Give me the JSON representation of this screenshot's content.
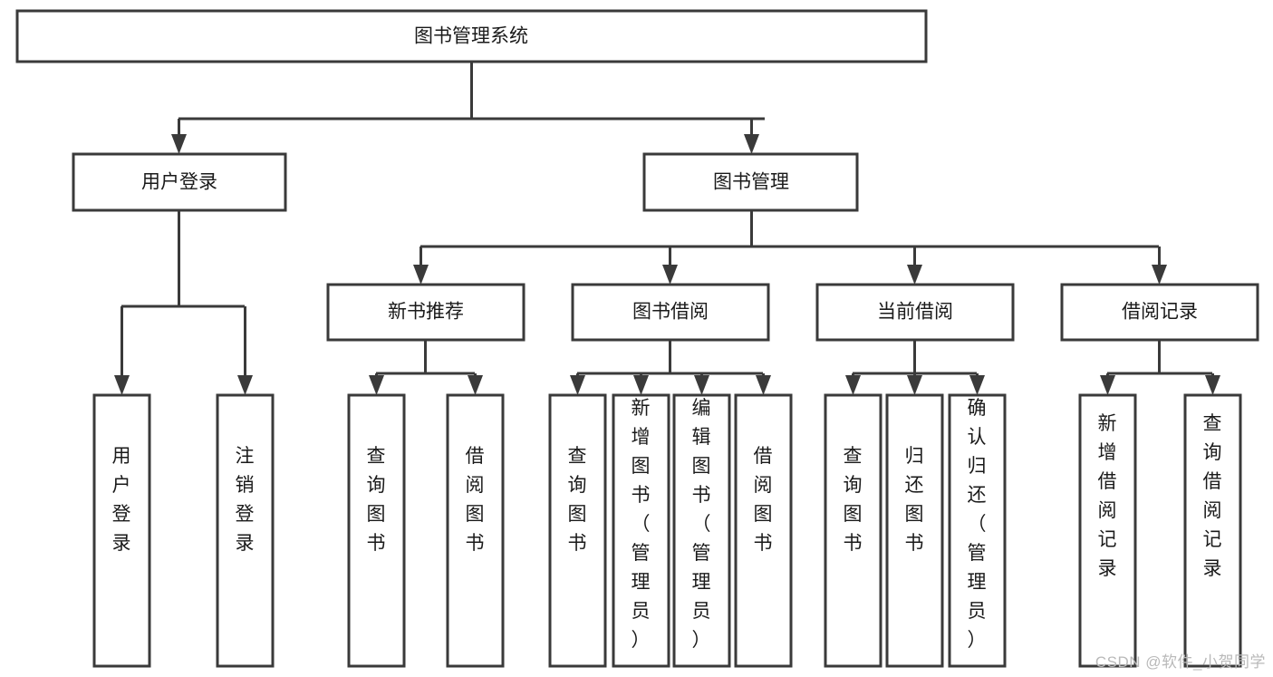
{
  "diagram": {
    "title": "图书管理系统",
    "type": "tree-hierarchy",
    "watermark": "CSDN @软件_小贺同学",
    "colors": {
      "stroke": "#3a3a3a",
      "fill": "#ffffff",
      "text": "#1a1a1a",
      "watermark": "#b9b9b9"
    },
    "nodes": {
      "root": {
        "label": "图书管理系统",
        "orientation": "horizontal"
      },
      "level2": [
        {
          "id": "user-login",
          "label": "用户登录",
          "orientation": "horizontal"
        },
        {
          "id": "book-manage",
          "label": "图书管理",
          "orientation": "horizontal"
        }
      ],
      "level3": [
        {
          "id": "new-book-recommend",
          "label": "新书推荐",
          "orientation": "horizontal"
        },
        {
          "id": "book-borrow",
          "label": "图书借阅",
          "orientation": "horizontal"
        },
        {
          "id": "current-borrow",
          "label": "当前借阅",
          "orientation": "horizontal"
        },
        {
          "id": "borrow-record",
          "label": "借阅记录",
          "orientation": "horizontal"
        }
      ],
      "leaves": [
        {
          "id": "leaf-user-login",
          "label": "用户登录",
          "parent": "user-login",
          "orientation": "vertical"
        },
        {
          "id": "leaf-user-logout",
          "label": "注销登录",
          "parent": "user-login",
          "orientation": "vertical"
        },
        {
          "id": "leaf-query-book-1",
          "label": "查询图书",
          "parent": "new-book-recommend",
          "orientation": "vertical"
        },
        {
          "id": "leaf-borrow-book-1",
          "label": "借阅图书",
          "parent": "new-book-recommend",
          "orientation": "vertical"
        },
        {
          "id": "leaf-query-book-2",
          "label": "查询图书",
          "parent": "book-borrow",
          "orientation": "vertical"
        },
        {
          "id": "leaf-add-book",
          "label": "新增图书（管理员）",
          "parent": "book-borrow",
          "orientation": "vertical"
        },
        {
          "id": "leaf-edit-book",
          "label": "编辑图书（管理员）",
          "parent": "book-borrow",
          "orientation": "vertical"
        },
        {
          "id": "leaf-borrow-book-2",
          "label": "借阅图书",
          "parent": "book-borrow",
          "orientation": "vertical"
        },
        {
          "id": "leaf-query-book-3",
          "label": "查询图书",
          "parent": "current-borrow",
          "orientation": "vertical"
        },
        {
          "id": "leaf-return-book",
          "label": "归还图书",
          "parent": "current-borrow",
          "orientation": "vertical"
        },
        {
          "id": "leaf-confirm-return",
          "label": "确认归还（管理员）",
          "parent": "current-borrow",
          "orientation": "vertical"
        },
        {
          "id": "leaf-add-record",
          "label": "新增借阅记录",
          "parent": "borrow-record",
          "orientation": "vertical"
        },
        {
          "id": "leaf-query-record",
          "label": "查询借阅记录",
          "parent": "borrow-record",
          "orientation": "vertical"
        }
      ]
    }
  }
}
